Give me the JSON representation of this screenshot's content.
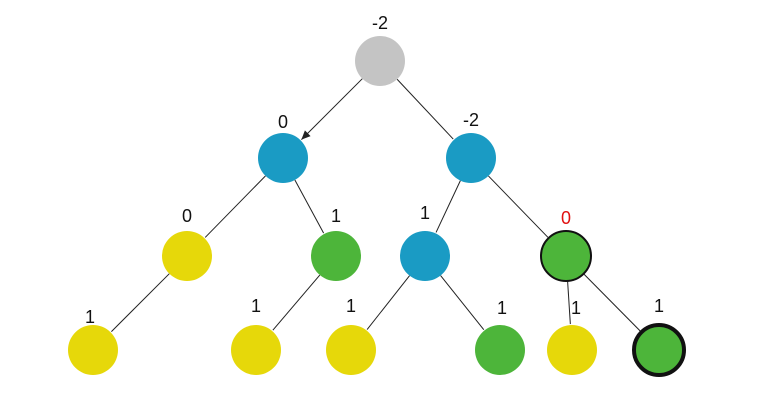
{
  "colors": {
    "gray": "#c4c4c4",
    "blue": "#1a9bc4",
    "yellow": "#e6d80a",
    "green": "#4db53a",
    "label_default": "#111111",
    "label_highlight": "#e01010"
  },
  "tree": {
    "nodes": [
      {
        "id": "root",
        "label": "-2",
        "color": "gray"
      },
      {
        "id": "n1",
        "label": "0",
        "color": "blue"
      },
      {
        "id": "n2",
        "label": "-2",
        "color": "blue"
      },
      {
        "id": "n3",
        "label": "0",
        "color": "yellow"
      },
      {
        "id": "n4",
        "label": "1",
        "color": "green"
      },
      {
        "id": "n5",
        "label": "1",
        "color": "blue"
      },
      {
        "id": "n6",
        "label": "0",
        "color": "green",
        "highlight": true,
        "outlined": true
      },
      {
        "id": "n7",
        "label": "1",
        "color": "yellow"
      },
      {
        "id": "n8",
        "label": "1",
        "color": "yellow"
      },
      {
        "id": "n9",
        "label": "1",
        "color": "yellow"
      },
      {
        "id": "n10",
        "label": "1",
        "color": "green"
      },
      {
        "id": "n11",
        "label": "1",
        "color": "yellow"
      },
      {
        "id": "n12",
        "label": "1",
        "color": "green",
        "outlined": true,
        "thick": true
      }
    ],
    "edges": [
      {
        "from": "root",
        "to": "n1",
        "arrow": true
      },
      {
        "from": "root",
        "to": "n2"
      },
      {
        "from": "n1",
        "to": "n3"
      },
      {
        "from": "n1",
        "to": "n4"
      },
      {
        "from": "n2",
        "to": "n5"
      },
      {
        "from": "n2",
        "to": "n6"
      },
      {
        "from": "n3",
        "to": "n7"
      },
      {
        "from": "n4",
        "to": "n8"
      },
      {
        "from": "n5",
        "to": "n9"
      },
      {
        "from": "n5",
        "to": "n10"
      },
      {
        "from": "n6",
        "to": "n11"
      },
      {
        "from": "n6",
        "to": "n12"
      }
    ]
  }
}
